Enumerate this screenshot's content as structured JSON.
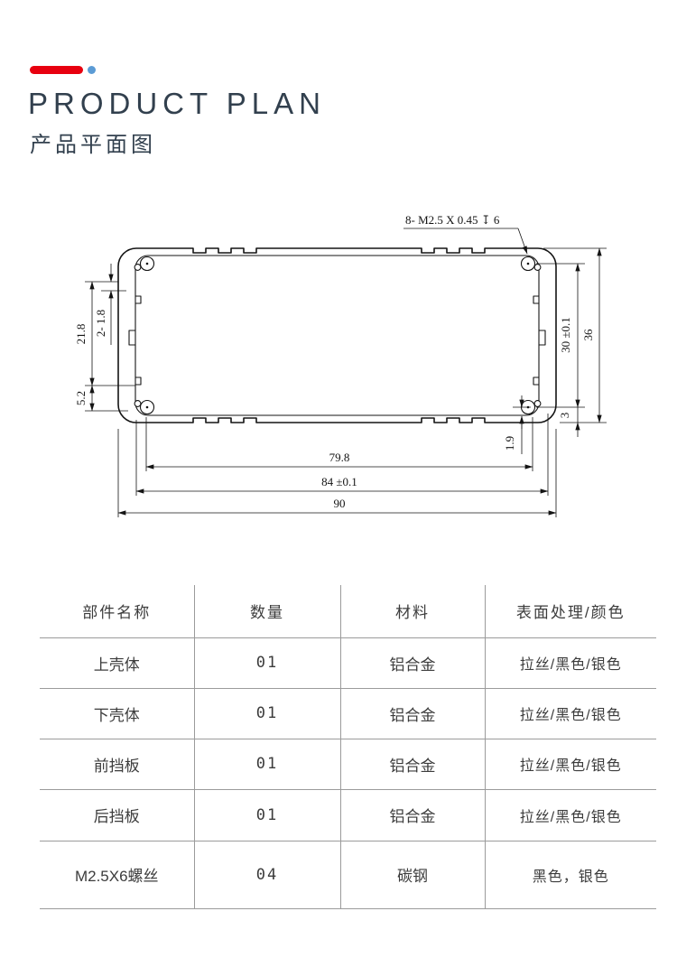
{
  "header": {
    "title_en": "PRODUCT PLAN",
    "title_zh": "产品平面图",
    "accent_bar_color": "#e8000f",
    "accent_dot_color": "#5b9bd5",
    "title_color": "#32404e"
  },
  "drawing": {
    "thread_note": "8- M2.5 X 0.45 ↧ 6",
    "dim_left_step": "2- 1.8",
    "dim_left_inner": "21.8",
    "dim_left_bottom": "5.2",
    "dim_right_inner": "30 ±0.1",
    "dim_right_outer": "36",
    "dim_right_small": "3",
    "dim_bottom_small": "1.9",
    "dim_bottom_inner": "79.8",
    "dim_bottom_mid": "84 ±0.1",
    "dim_bottom_outer": "90"
  },
  "table": {
    "headers": [
      "部件名称",
      "数量",
      "材料",
      "表面处理/颜色"
    ],
    "rows": [
      [
        "上壳体",
        "01",
        "铝合金",
        "拉丝/黑色/银色"
      ],
      [
        "下壳体",
        "01",
        "铝合金",
        "拉丝/黑色/银色"
      ],
      [
        "前挡板",
        "01",
        "铝合金",
        "拉丝/黑色/银色"
      ],
      [
        "后挡板",
        "01",
        "铝合金",
        "拉丝/黑色/银色"
      ],
      [
        "M2.5X6螺丝",
        "04",
        "碳钢",
        "黑色，银色"
      ]
    ]
  }
}
